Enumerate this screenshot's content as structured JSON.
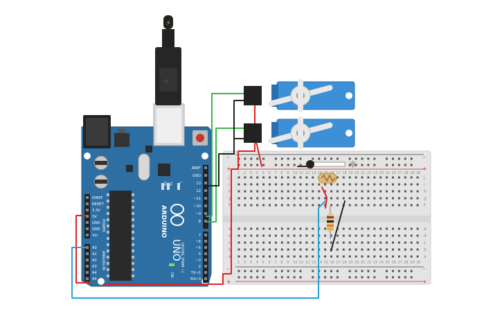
{
  "arduino": {
    "brand": "ARDUINO",
    "model": "UNO",
    "power_header": [
      "IOREF",
      "RESET",
      "3.3V",
      "5V",
      "GND",
      "GND",
      "Vin"
    ],
    "power_section_label": "POWER",
    "analog_pins": [
      "A0",
      "A1",
      "A2",
      "A3",
      "A4",
      "A5"
    ],
    "analog_section_label": "ANALOG IN",
    "digital_upper": [
      "AREF",
      "GND",
      "13",
      "12",
      "~11",
      "~10",
      "~9",
      "8"
    ],
    "digital_lower": [
      "7",
      "~6",
      "~5",
      "4",
      "~3",
      "2",
      "TX→1",
      "RX←0"
    ],
    "digital_section_label": "DIGITAL (PWM ~)",
    "led_labels": [
      "RX",
      "TX",
      "L"
    ],
    "on_label": "ON"
  },
  "breadboard": {
    "columns": [
      "1",
      "2",
      "3",
      "4",
      "5",
      "6",
      "7",
      "8",
      "9",
      "10",
      "11",
      "12",
      "13",
      "14",
      "15",
      "16",
      "17",
      "18",
      "19",
      "20",
      "21",
      "22",
      "23",
      "24",
      "25",
      "26",
      "27",
      "28",
      "29",
      "30"
    ],
    "rows_top": [
      "j",
      "i",
      "h",
      "g",
      "f"
    ],
    "rows_bottom": [
      "e",
      "d",
      "c",
      "b",
      "a"
    ],
    "rail_plus": "+",
    "rail_minus": "-"
  },
  "components": {
    "servo_count": 2,
    "usb_icon": "lightning-icon",
    "light_icon": "sun-icon"
  },
  "colors": {
    "board": "#2d6ea3",
    "board_dark": "#1f5680",
    "servo": "#3d8fd6",
    "wire_red": "#e02020",
    "wire_black": "#222222",
    "wire_green": "#3bb54a",
    "wire_blue": "#2a9fd8",
    "rail_red": "#e05050",
    "rail_blue": "#6a6a6a"
  }
}
